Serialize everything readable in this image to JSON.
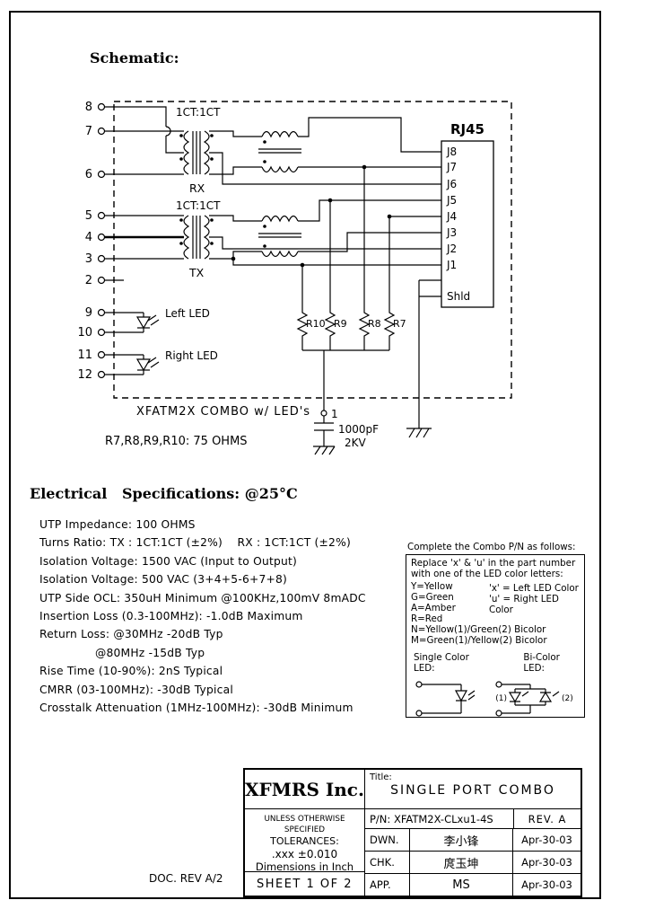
{
  "page": {
    "schematic_heading": "Schematic:",
    "electrical_heading": "Electrical   Specifications: @25°C",
    "doc_rev": "DOC. REV A/2"
  },
  "schematic": {
    "pins": {
      "p8": "8",
      "p7": "7",
      "p6": "6",
      "p5": "5",
      "p4": "4",
      "p3": "3",
      "p2": "2",
      "p9": "9",
      "p10": "10",
      "p11": "11",
      "p12": "12"
    },
    "rx_ratio": "1CT:1CT",
    "rx_label": "RX",
    "tx_ratio": "1CT:1CT",
    "tx_label": "TX",
    "rj45_title": "RJ45",
    "ports": [
      "J8",
      "J7",
      "J6",
      "J5",
      "J4",
      "J3",
      "J2",
      "J1"
    ],
    "shield": "Shld",
    "left_led": "Left LED",
    "right_led": "Right LED",
    "r10": "R10",
    "r9": "R9",
    "r8": "R8",
    "r7": "R7",
    "node1": "1",
    "cap_value": "1000pF",
    "cap_rating": "2KV",
    "caption": "XFATM2X COMBO w/ LED's",
    "resistor_note": "R7,R8,R9,R10: 75 OHMS"
  },
  "specs": {
    "lines": [
      "UTP Impedance: 100 OHMS",
      "Turns Ratio: TX : 1CT:1CT (±2%)    RX : 1CT:1CT (±2%)",
      "Isolation Voltage: 1500 VAC (Input to Output)",
      "Isolation Voltage: 500 VAC (3+4+5-6+7+8)",
      "UTP Side OCL: 350uH Minimum @100KHz,100mV 8mADC",
      "Insertion Loss (0.3-100MHz): -1.0dB Maximum",
      "Return Loss: @30MHz -20dB Typ",
      "@80MHz -15dB Typ",
      "Rise Time (10-90%): 2nS Typical",
      "CMRR (03-100MHz): -30dB Typical",
      "Crosstalk Attenuation (1MHz-100MHz): -30dB Minimum"
    ]
  },
  "combo_note": {
    "title": "Complete the Combo P/N as follows:",
    "intro1": "Replace 'x' & 'u' in the part number",
    "intro2": "with one of the LED color letters:",
    "colors": [
      "Y=Yellow",
      "G=Green",
      "A=Amber",
      "R=Red",
      "N=Yellow(1)/Green(2) Bicolor",
      "M=Green(1)/Yellow(2) Bicolor"
    ],
    "x_note": "'x' = Left LED Color",
    "u_note": "'u' = Right LED Color",
    "single_label": "Single Color LED:",
    "bi_label": "Bi-Color LED:",
    "bi_1": "(1)",
    "bi_2": "(2)"
  },
  "title_block": {
    "company": "XFMRS Inc.",
    "title_label": "Title:",
    "title": "SINGLE PORT COMBO",
    "tolerances": [
      "UNLESS OTHERWISE SPECIFIED",
      "TOLERANCES:",
      ".xxx ±0.010",
      "Dimensions in Inch"
    ],
    "sheet": "SHEET 1 OF 2",
    "pn": "P/N: XFATM2X-CLxu1-4S",
    "rev": "REV. A",
    "rows": [
      {
        "label": "DWN.",
        "sig": "李小锋",
        "date": "Apr-30-03"
      },
      {
        "label": "CHK.",
        "sig": "庹玉坤",
        "date": "Apr-30-03"
      },
      {
        "label": "APP.",
        "sig": "MS",
        "date": "Apr-30-03"
      }
    ]
  }
}
